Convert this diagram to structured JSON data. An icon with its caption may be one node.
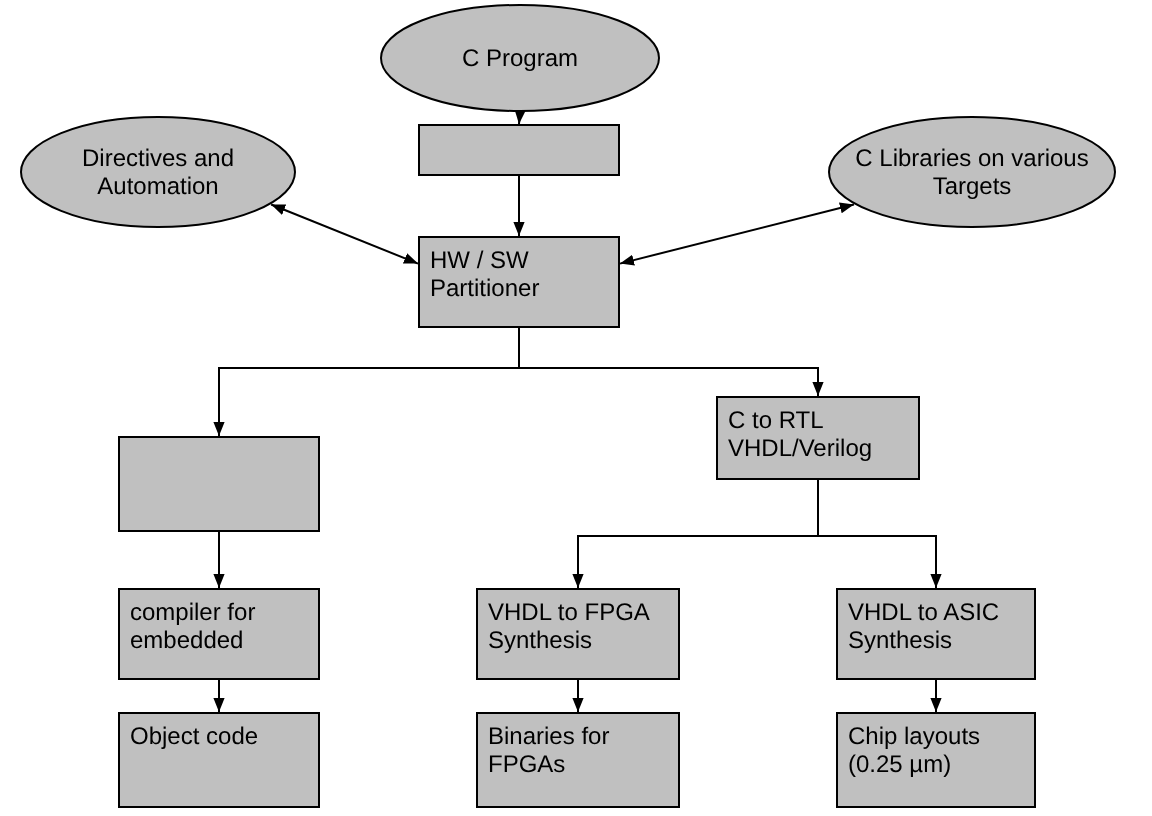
{
  "diagram": {
    "nodes": [
      {
        "text": [
          "C Program"
        ]
      },
      {
        "text": [],
        "shape": "box"
      },
      {
        "text": [
          "Directives and Automation"
        ]
      },
      {
        "text": [
          "C Libraries on various Targets"
        ]
      },
      {
        "text": [
          "HW / SW Partitioner"
        ]
      },
      {
        "text": [],
        "shape": "box"
      },
      {
        "text": [
          "C to RTL VHDL/Verilog"
        ]
      },
      {
        "text": [
          "compiler for embedded"
        ]
      },
      {
        "text": [
          "VHDL to FPGA Synthesis"
        ]
      },
      {
        "text": [
          "VHDL to ASIC Synthesis"
        ]
      },
      {
        "text": [
          "Object code"
        ]
      },
      {
        "text": [
          "Binaries for FPGAs"
        ]
      },
      {
        "text": [
          "Chip layouts (0.25 µm)"
        ]
      }
    ],
    "edges": [
      {
        "from": 0,
        "to": 1,
        "arrow": "to"
      },
      {
        "from": 1,
        "to": 4,
        "arrow": "to"
      },
      {
        "from": 2,
        "to": 4,
        "arrow": "both"
      },
      {
        "from": 3,
        "to": 4,
        "arrow": "both"
      },
      {
        "from": 4,
        "to": 5,
        "arrow": "to"
      },
      {
        "from": 4,
        "to": 6,
        "arrow": "to"
      },
      {
        "from": 5,
        "to": 7,
        "arrow": "to"
      },
      {
        "from": 7,
        "to": 10,
        "arrow": "to"
      },
      {
        "from": 6,
        "to": 8,
        "arrow": "to"
      },
      {
        "from": 6,
        "to": 9,
        "arrow": "to"
      },
      {
        "from": 8,
        "to": 11,
        "arrow": "to"
      },
      {
        "from": 9,
        "to": 12,
        "arrow": "to"
      }
    ]
  }
}
